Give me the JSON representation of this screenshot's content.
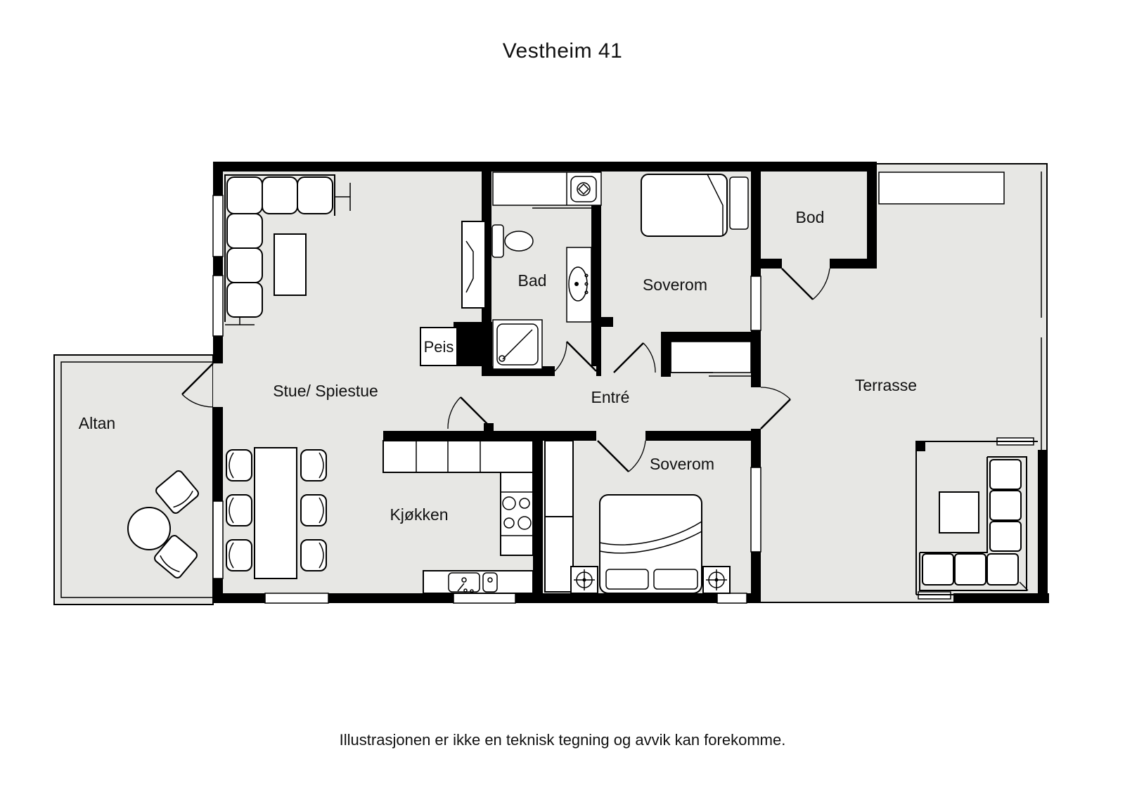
{
  "title": "Vestheim 41",
  "footer": "Illustrasjonen er ikke en teknisk tegning og avvik kan forekomme.",
  "rooms": {
    "living": "Stue/ Spiestue",
    "kitchen": "Kjøkken",
    "bathroom": "Bad",
    "entry": "Entré",
    "bedroom_top": "Soverom",
    "bedroom_bottom": "Soverom",
    "storage": "Bod",
    "terrace": "Terrasse",
    "balcony": "Altan",
    "fireplace": "Peis"
  },
  "colors": {
    "floor": "#e7e7e4",
    "wall": "#000000",
    "furniture": "#ffffff",
    "text": "#111111",
    "background": "#ffffff"
  }
}
